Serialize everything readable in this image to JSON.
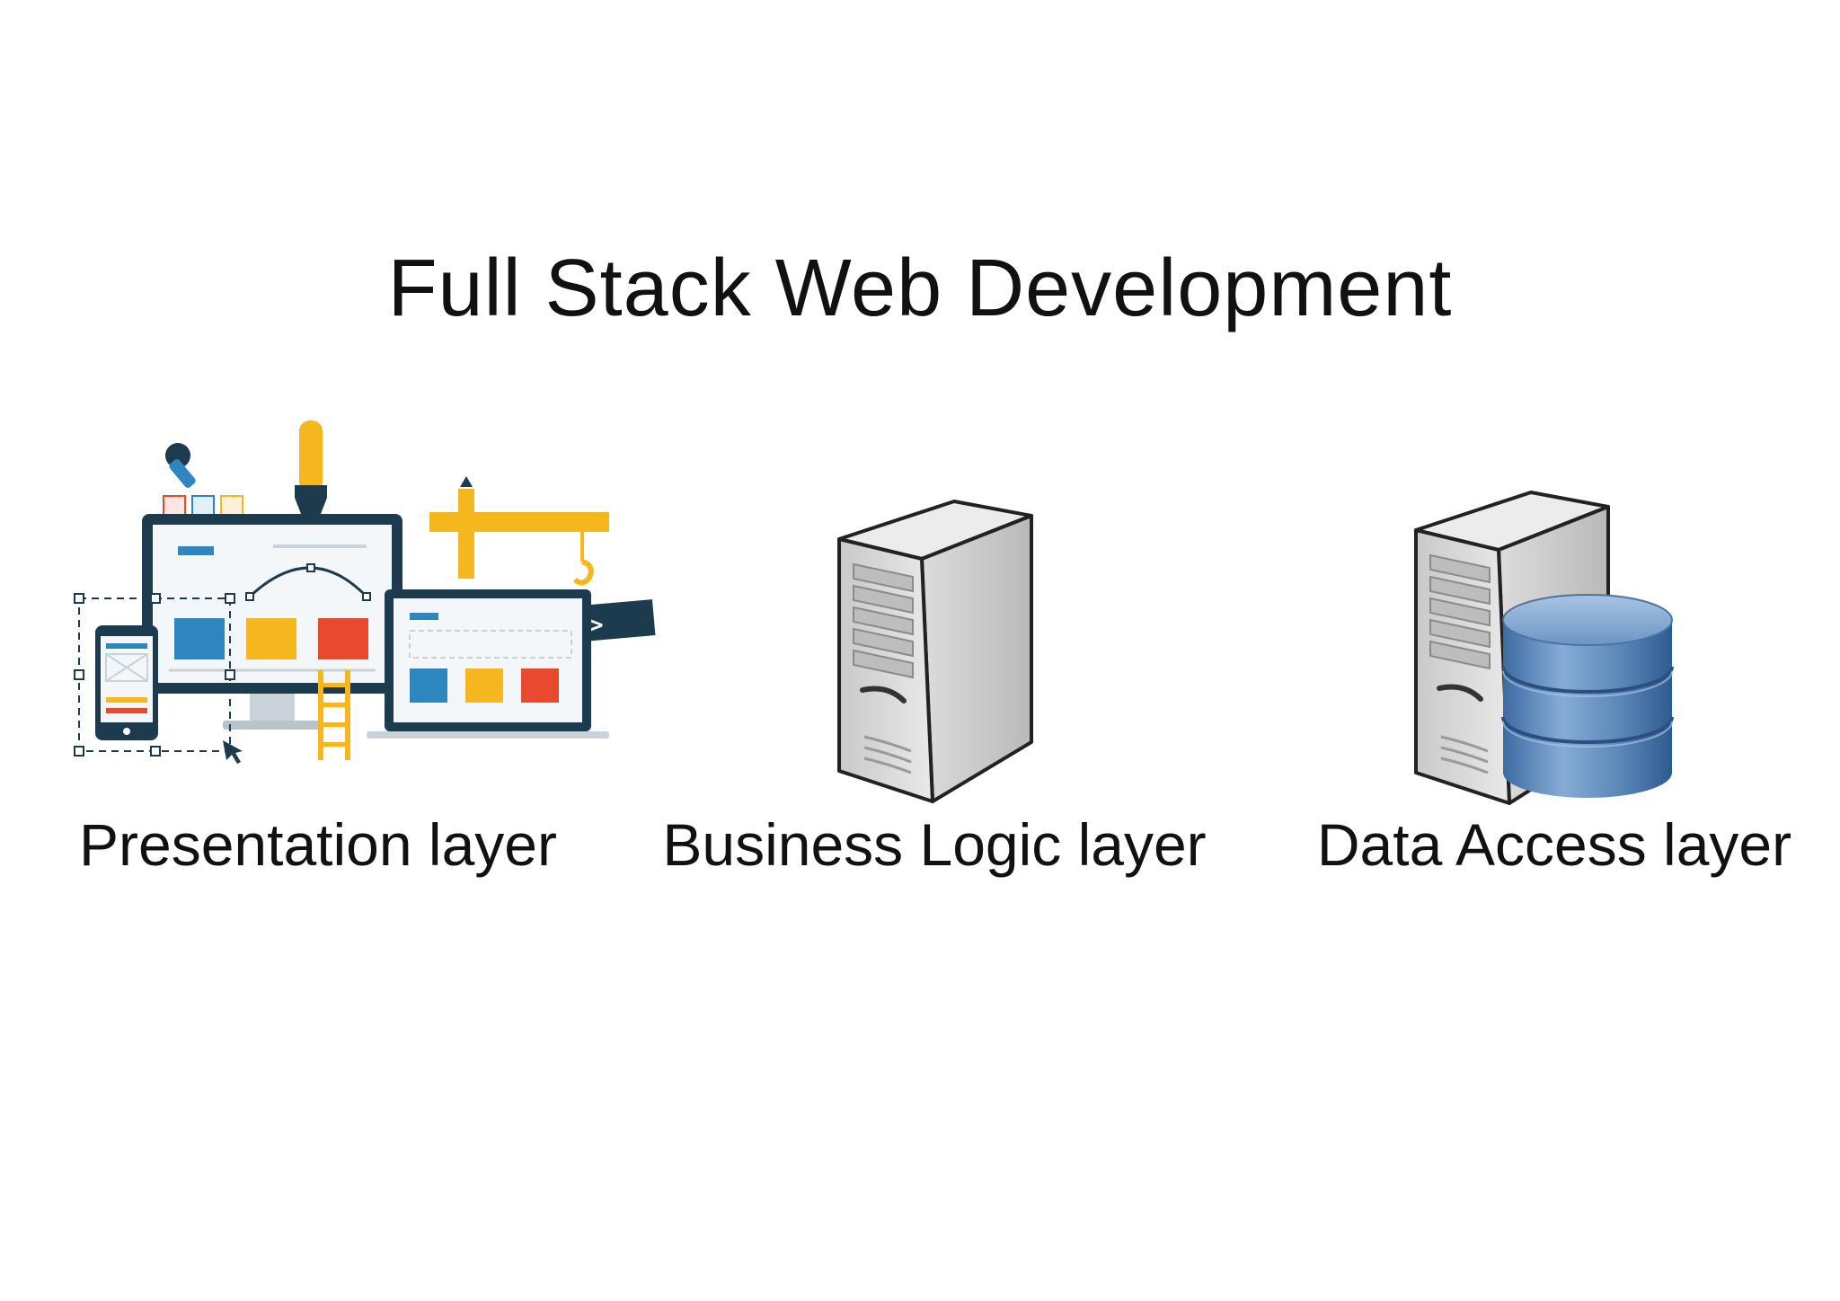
{
  "title": "Full Stack Web Development",
  "layers": [
    {
      "label": "Presentation layer",
      "icon": "web-design-icon"
    },
    {
      "label": "Business Logic layer",
      "icon": "server-icon"
    },
    {
      "label": "Data Access layer",
      "icon": "database-server-icon"
    }
  ],
  "code_tag": "</>",
  "colors": {
    "navy": "#1d3b4f",
    "blue": "#2e86c1",
    "yellow": "#f6b61e",
    "orange": "#f0a020",
    "red": "#e8492f",
    "server_grey": "#d9d9d9",
    "db_blue": "#5b86b8"
  }
}
